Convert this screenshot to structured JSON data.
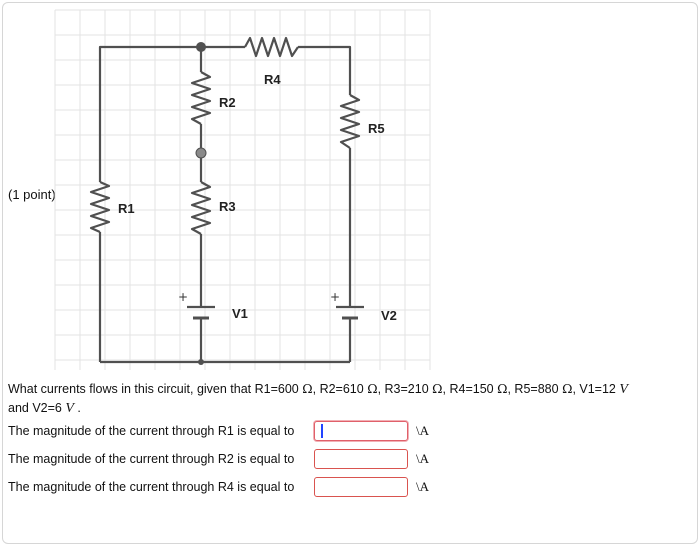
{
  "point_label": "(1 point)",
  "circuit": {
    "labels": {
      "r1": "R1",
      "r2": "R2",
      "r3": "R3",
      "r4": "R4",
      "r5": "R5",
      "v1": "V1",
      "v2": "V2"
    },
    "plus_sign": "+"
  },
  "question": {
    "part1": "What currents flows in this circuit, given that R1=600",
    "sep_r2": ", R2=610",
    "sep_r3": ", R3=210",
    "sep_r4": ", R4=150",
    "sep_r5": ", R5=880",
    "sep_v1": ", V1=12",
    "part2": "and V2=6",
    "end": ".",
    "ohm": "Ω",
    "volt": "V"
  },
  "rows": [
    {
      "prompt": "The magnitude of the current through R1 is equal to",
      "value": "",
      "unit": "\\A"
    },
    {
      "prompt": "The magnitude of the current through R2 is equal to",
      "value": "",
      "unit": "\\A"
    },
    {
      "prompt": "The magnitude of the current through R4 is equal to",
      "value": "",
      "unit": "\\A"
    }
  ],
  "colors": {
    "wire": "#505050",
    "grid": "#e3e3e3",
    "input_border": "#d9534f",
    "caret": "#2244ff"
  }
}
